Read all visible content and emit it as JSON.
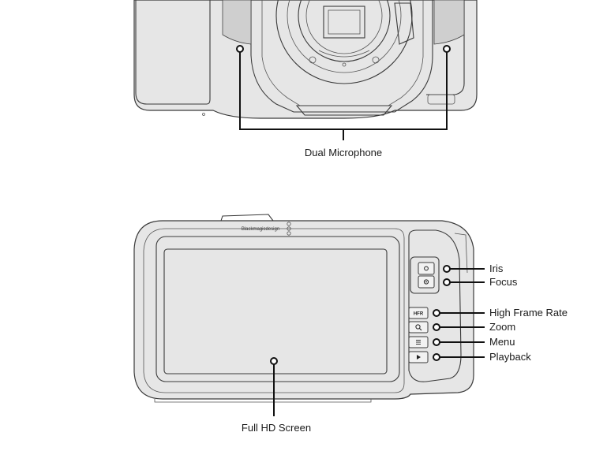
{
  "labels": {
    "dual_microphone": "Dual Microphone",
    "iris": "Iris",
    "focus": "Focus",
    "high_frame_rate": "High Frame Rate",
    "zoom": "Zoom",
    "menu": "Menu",
    "playback": "Playback",
    "full_hd_screen": "Full HD Screen"
  },
  "camera": {
    "brand": "Blackmagicdesign",
    "hfr_button": "HFR"
  },
  "colors": {
    "camera_body": "#e6e6e6",
    "outline": "#3a3a3a",
    "callout": "#111111"
  },
  "icons": {
    "iris_button": "iris-icon",
    "focus_button": "focus-icon",
    "zoom_button": "zoom-icon",
    "menu_button": "menu-icon",
    "playback_button": "play-icon"
  }
}
